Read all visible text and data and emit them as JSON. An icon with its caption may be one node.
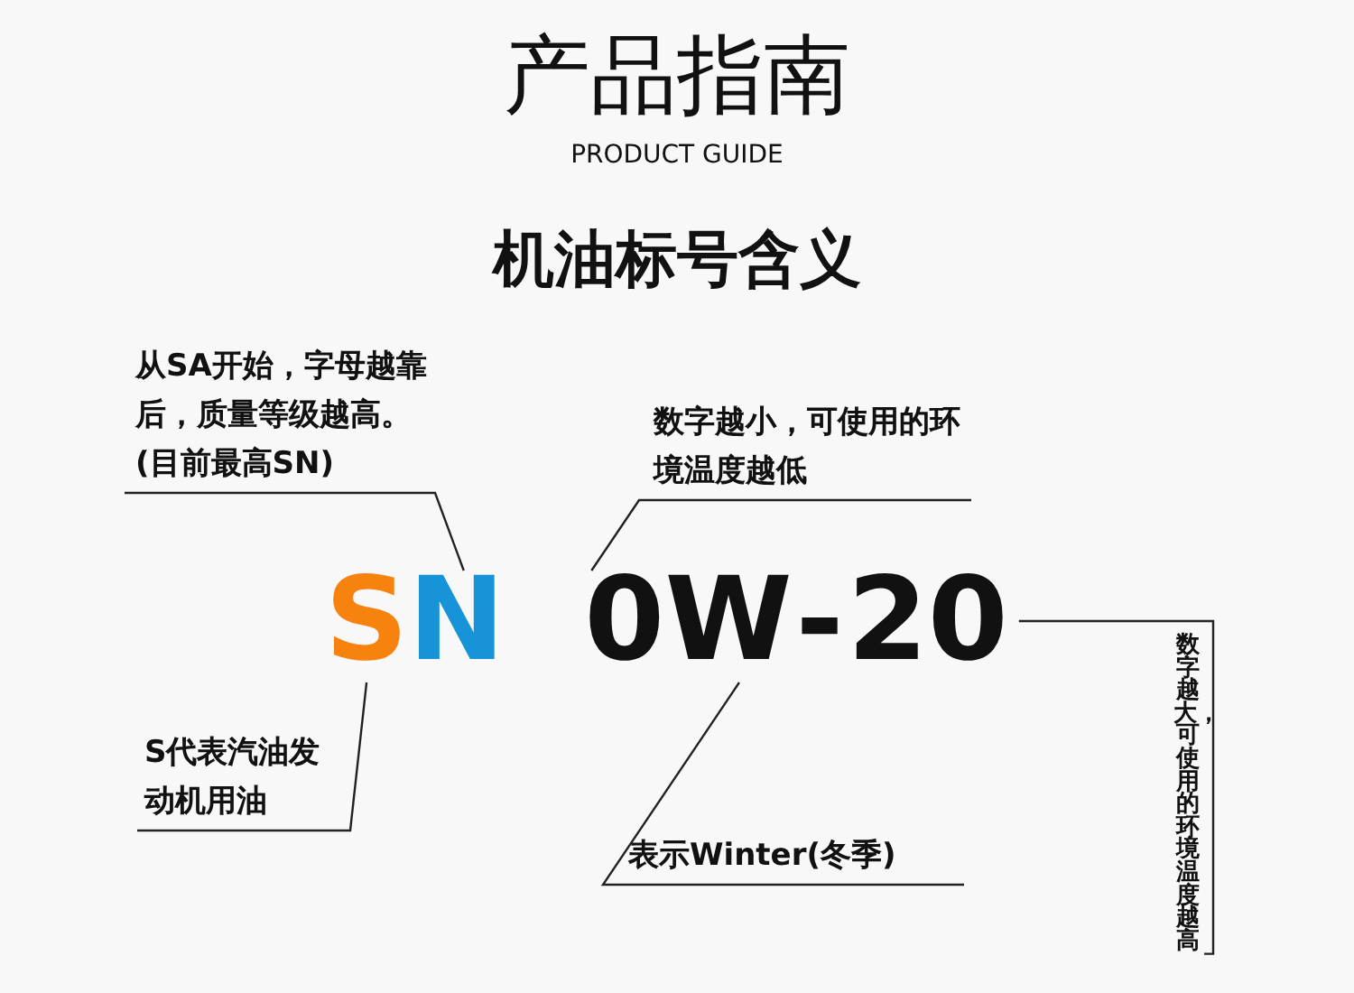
{
  "diagram": {
    "title": "产品指南",
    "nodes": [
      {
        "text": [
          "从SA开始，字母越靠后，质量等级越高。(目前最高SN)"
        ]
      },
      {
        "text": [
          "数字越小，可使用的环境温度越低"
        ]
      },
      {
        "text": [
          "S"
        ]
      },
      {
        "text": [
          "N"
        ]
      },
      {
        "text": [
          "0"
        ]
      },
      {
        "text": [
          "W"
        ]
      },
      {
        "text": [
          "20"
        ]
      },
      {
        "text": [
          "S代表汽油发动机用油"
        ]
      },
      {
        "text": [
          "表示Winter(冬季)"
        ]
      },
      {
        "text": [
          "数字越大，可使用的环境温度越高"
        ]
      }
    ],
    "edges": [
      {
        "from": 0,
        "to": 3,
        "arrow": "none"
      },
      {
        "from": 1,
        "to": 4,
        "arrow": "none"
      },
      {
        "from": 7,
        "to": 2,
        "arrow": "none"
      },
      {
        "from": 8,
        "to": 5,
        "arrow": "none"
      },
      {
        "from": 9,
        "to": 6,
        "arrow": "none"
      }
    ],
    "labels": [
      "PRODUCT GUIDE",
      "机油标号含义",
      "-"
    ]
  }
}
